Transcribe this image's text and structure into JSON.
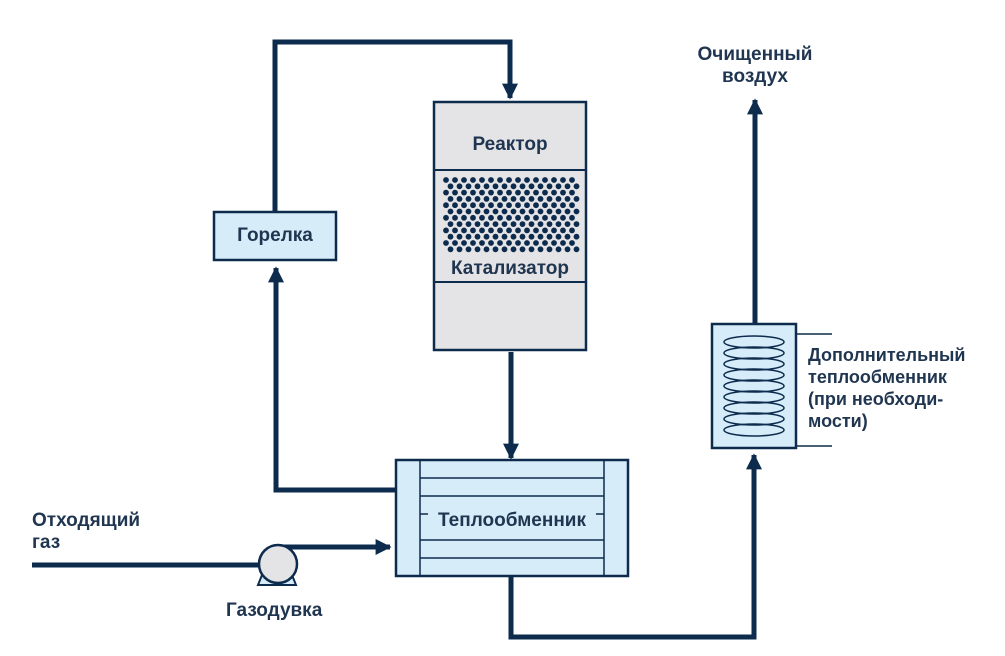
{
  "colors": {
    "line": "#0d2b4d",
    "box_fill": "#d6ecf9",
    "reactor_fill": "#e4e4e6",
    "text": "#1f3550"
  },
  "labels": {
    "reactor": "Реактор",
    "catalyst": "Катализатор",
    "burner": "Горелка",
    "heat_exchanger": "Теплообменник",
    "blower": "Газодувка",
    "waste_gas": "Отходящий\nгаз",
    "clean_air": "Очищенный\nвоздух",
    "extra_exchanger": "Дополнительный\nтеплообменник\n(при необходи-\nмости)"
  }
}
